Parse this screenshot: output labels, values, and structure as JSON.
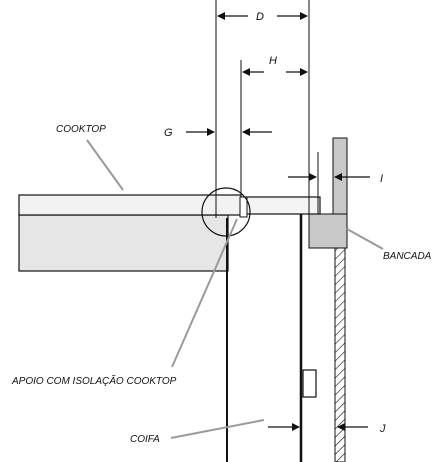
{
  "labels": {
    "cooktop": "COOKTOP",
    "bancada": "BANCADA",
    "apoio": "APOIO COM ISOLAÇÃO COOKTOP",
    "coifa": "COIFA"
  },
  "dimensions": {
    "d": "D",
    "h": "H",
    "g": "G",
    "i": "I",
    "j": "J"
  },
  "colors": {
    "line": "#111111",
    "cooktop_fill": "#e6e6e6",
    "cooktop_top_fill": "#f2f2f2",
    "bancada_fill": "#c8c8c8",
    "leader": "#9a9a9a"
  }
}
